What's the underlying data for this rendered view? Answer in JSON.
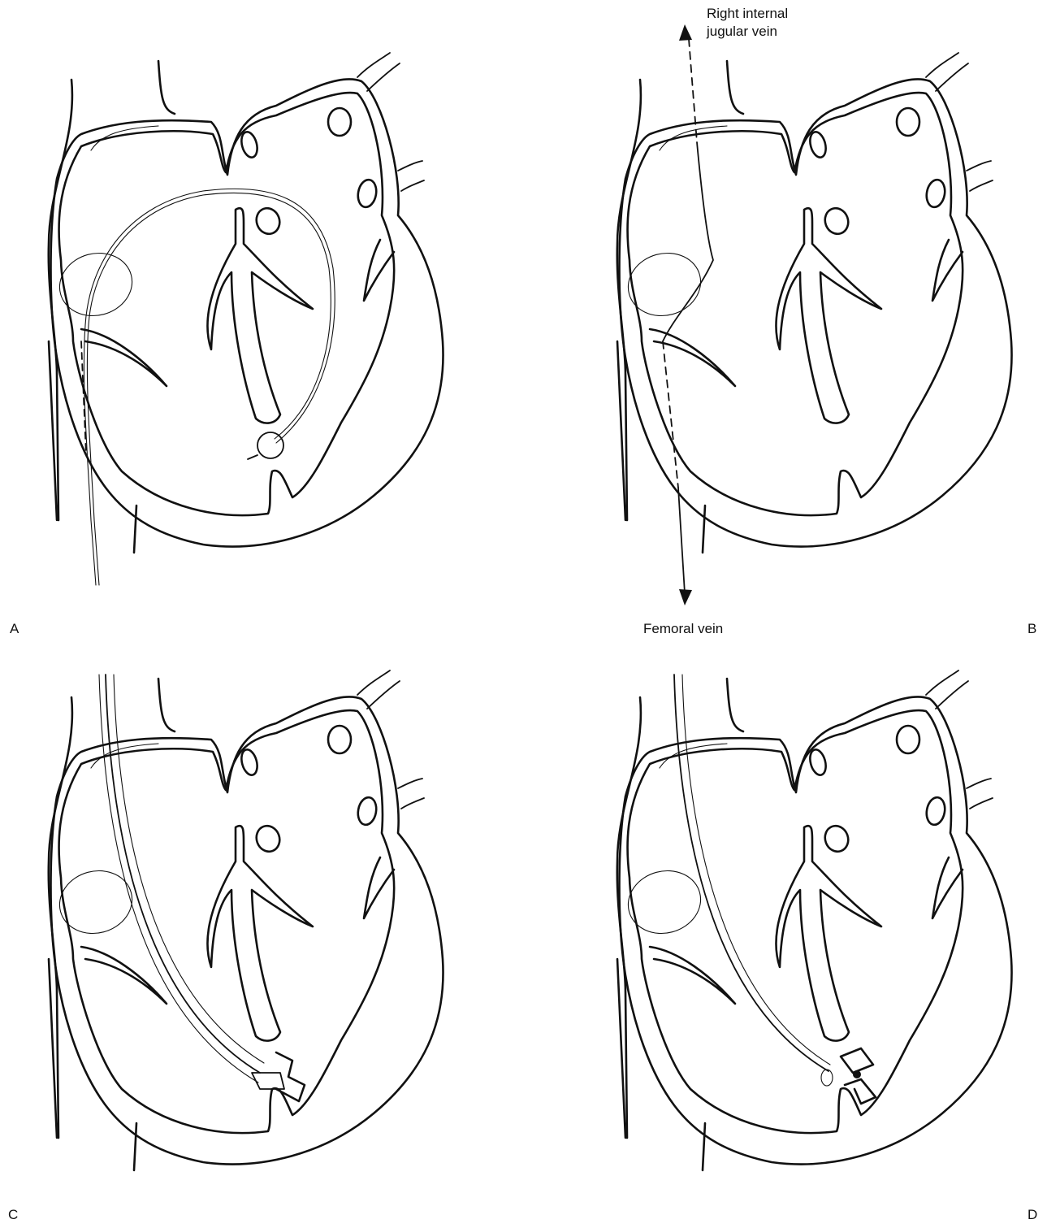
{
  "panels": [
    {
      "id": "a",
      "letter": "A"
    },
    {
      "id": "b",
      "letter": "B"
    },
    {
      "id": "c",
      "letter": "C"
    },
    {
      "id": "d",
      "letter": "D"
    }
  ],
  "annotations": {
    "jugular_line1": "Right internal",
    "jugular_line2": "jugular vein",
    "femoral": "Femoral vein"
  }
}
